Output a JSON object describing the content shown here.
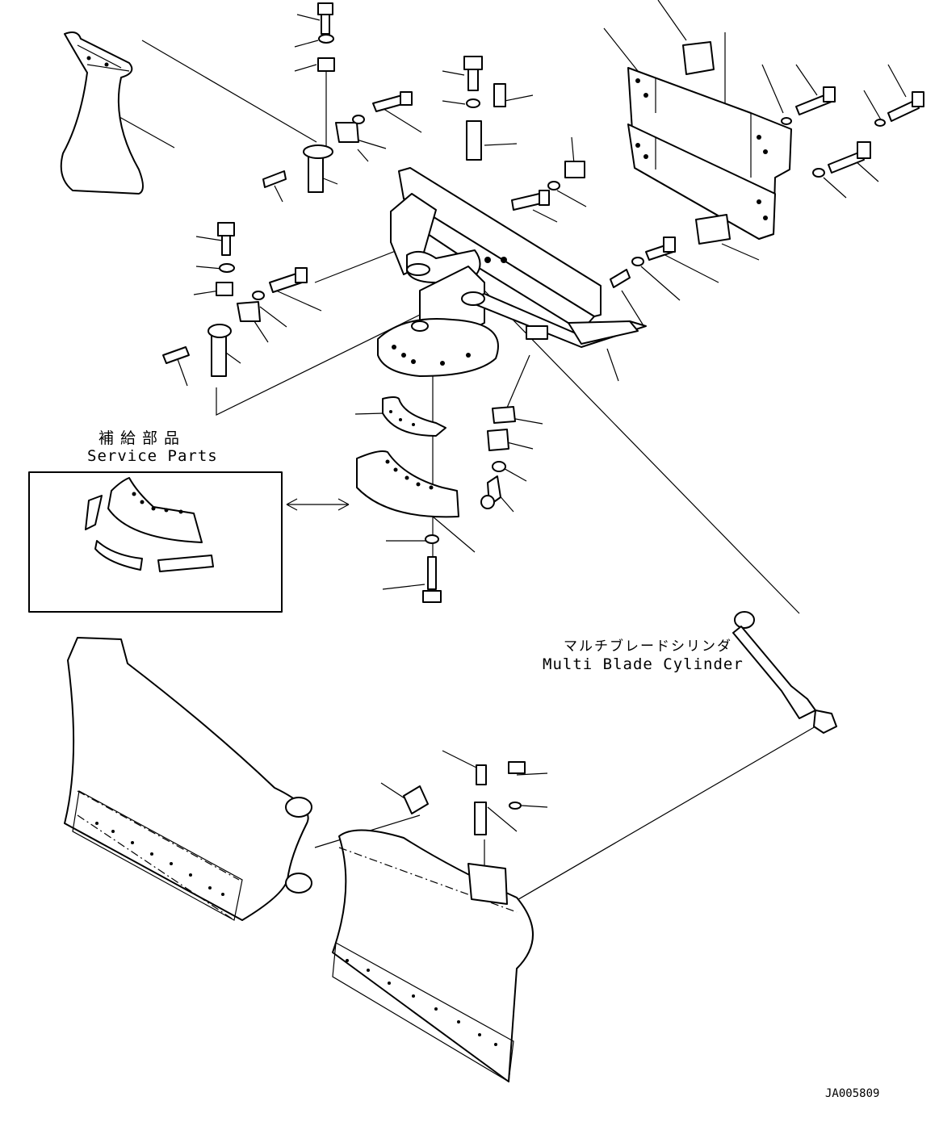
{
  "labels": {
    "service_parts_jp": "補給部品",
    "service_parts_en": "Service Parts",
    "cylinder_jp": "マルチブレードシリンダ",
    "cylinder_en": "Multi Blade Cylinder",
    "drawing_code": "JA005809"
  }
}
